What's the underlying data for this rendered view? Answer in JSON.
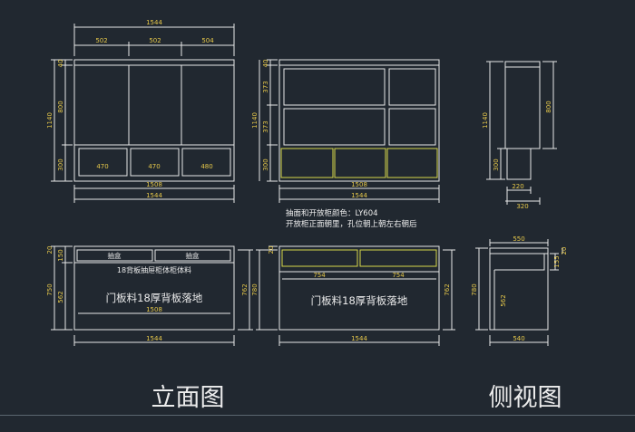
{
  "colors": {
    "background": "#212830",
    "outline": "#e8e8e8",
    "dimension_text": "#e6c84a",
    "highlight": "#d8d84a",
    "label_text": "#ececec"
  },
  "top_left": {
    "overall_width": "1544",
    "divisions": [
      "502",
      "502",
      "504"
    ],
    "heights": [
      "40",
      "800",
      "300"
    ],
    "overall_height": "1140",
    "drawer_widths": [
      "470",
      "470",
      "480"
    ],
    "inner_width": "1508",
    "bottom_width": "1544"
  },
  "top_center": {
    "heights": [
      "40",
      "373",
      "373",
      "300"
    ],
    "overall_height": "1140",
    "inner_width": "1508",
    "bottom_width": "1544",
    "note_color": "抽面和开放柜颜色：LY604",
    "note_orientation": "开放柜正面朝里，孔位朝上朝左右朝后"
  },
  "top_right": {
    "overall_height": "1140",
    "upper_height": "800",
    "lower_height": "300",
    "depth_lower": "220",
    "depth_total": "320"
  },
  "bottom_left": {
    "left_height_small": "150",
    "left_height_top": "20",
    "overall_height": "750",
    "lower_height": "562",
    "right_height": "762",
    "drawer_label_1": "抽盒",
    "drawer_label_2": "抽盒",
    "note_back": "18背板抽屉柜体柜体料",
    "note_door": "门板料18厚背板落地",
    "inner_width": "1508",
    "bottom_width": "1544"
  },
  "bottom_center": {
    "top_small": "20",
    "overall_height": "780",
    "right_height": "762",
    "drawer_widths": [
      "754",
      "754"
    ],
    "note_door": "门板料18厚背板落地",
    "bottom_width": "1544"
  },
  "bottom_right": {
    "top_width": "550",
    "right_small": "155",
    "right_top": "20",
    "overall_height": "780",
    "inner_height": "562",
    "bottom_width": "540"
  },
  "title_elevation": "立面图",
  "title_side": "侧视图"
}
